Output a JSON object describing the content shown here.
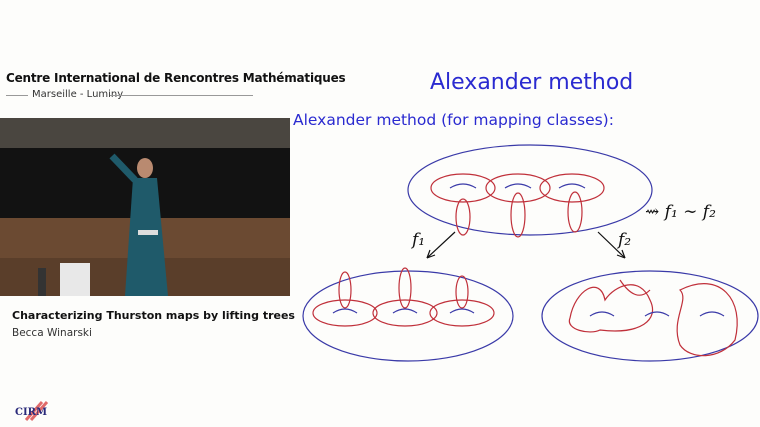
{
  "header": {
    "organization": "Centre International de Rencontres Mathématiques",
    "location": "Marseille - Luminy"
  },
  "talk": {
    "title": "Characterizing Thurston maps by lifting trees",
    "speaker": "Becca Winarski"
  },
  "logo": {
    "text": "CIRM"
  },
  "slide": {
    "title": "Alexander method",
    "subtitle": "Alexander method (for mapping classes):",
    "equivalence": "⇝ f₁ ∼ f₂",
    "arrow_left_label": "f₁",
    "arrow_right_label": "f₂"
  },
  "colors": {
    "slide_text": "#2a2ad0",
    "surface_outline": "#3a3aa8",
    "curves": "#c0303a"
  }
}
